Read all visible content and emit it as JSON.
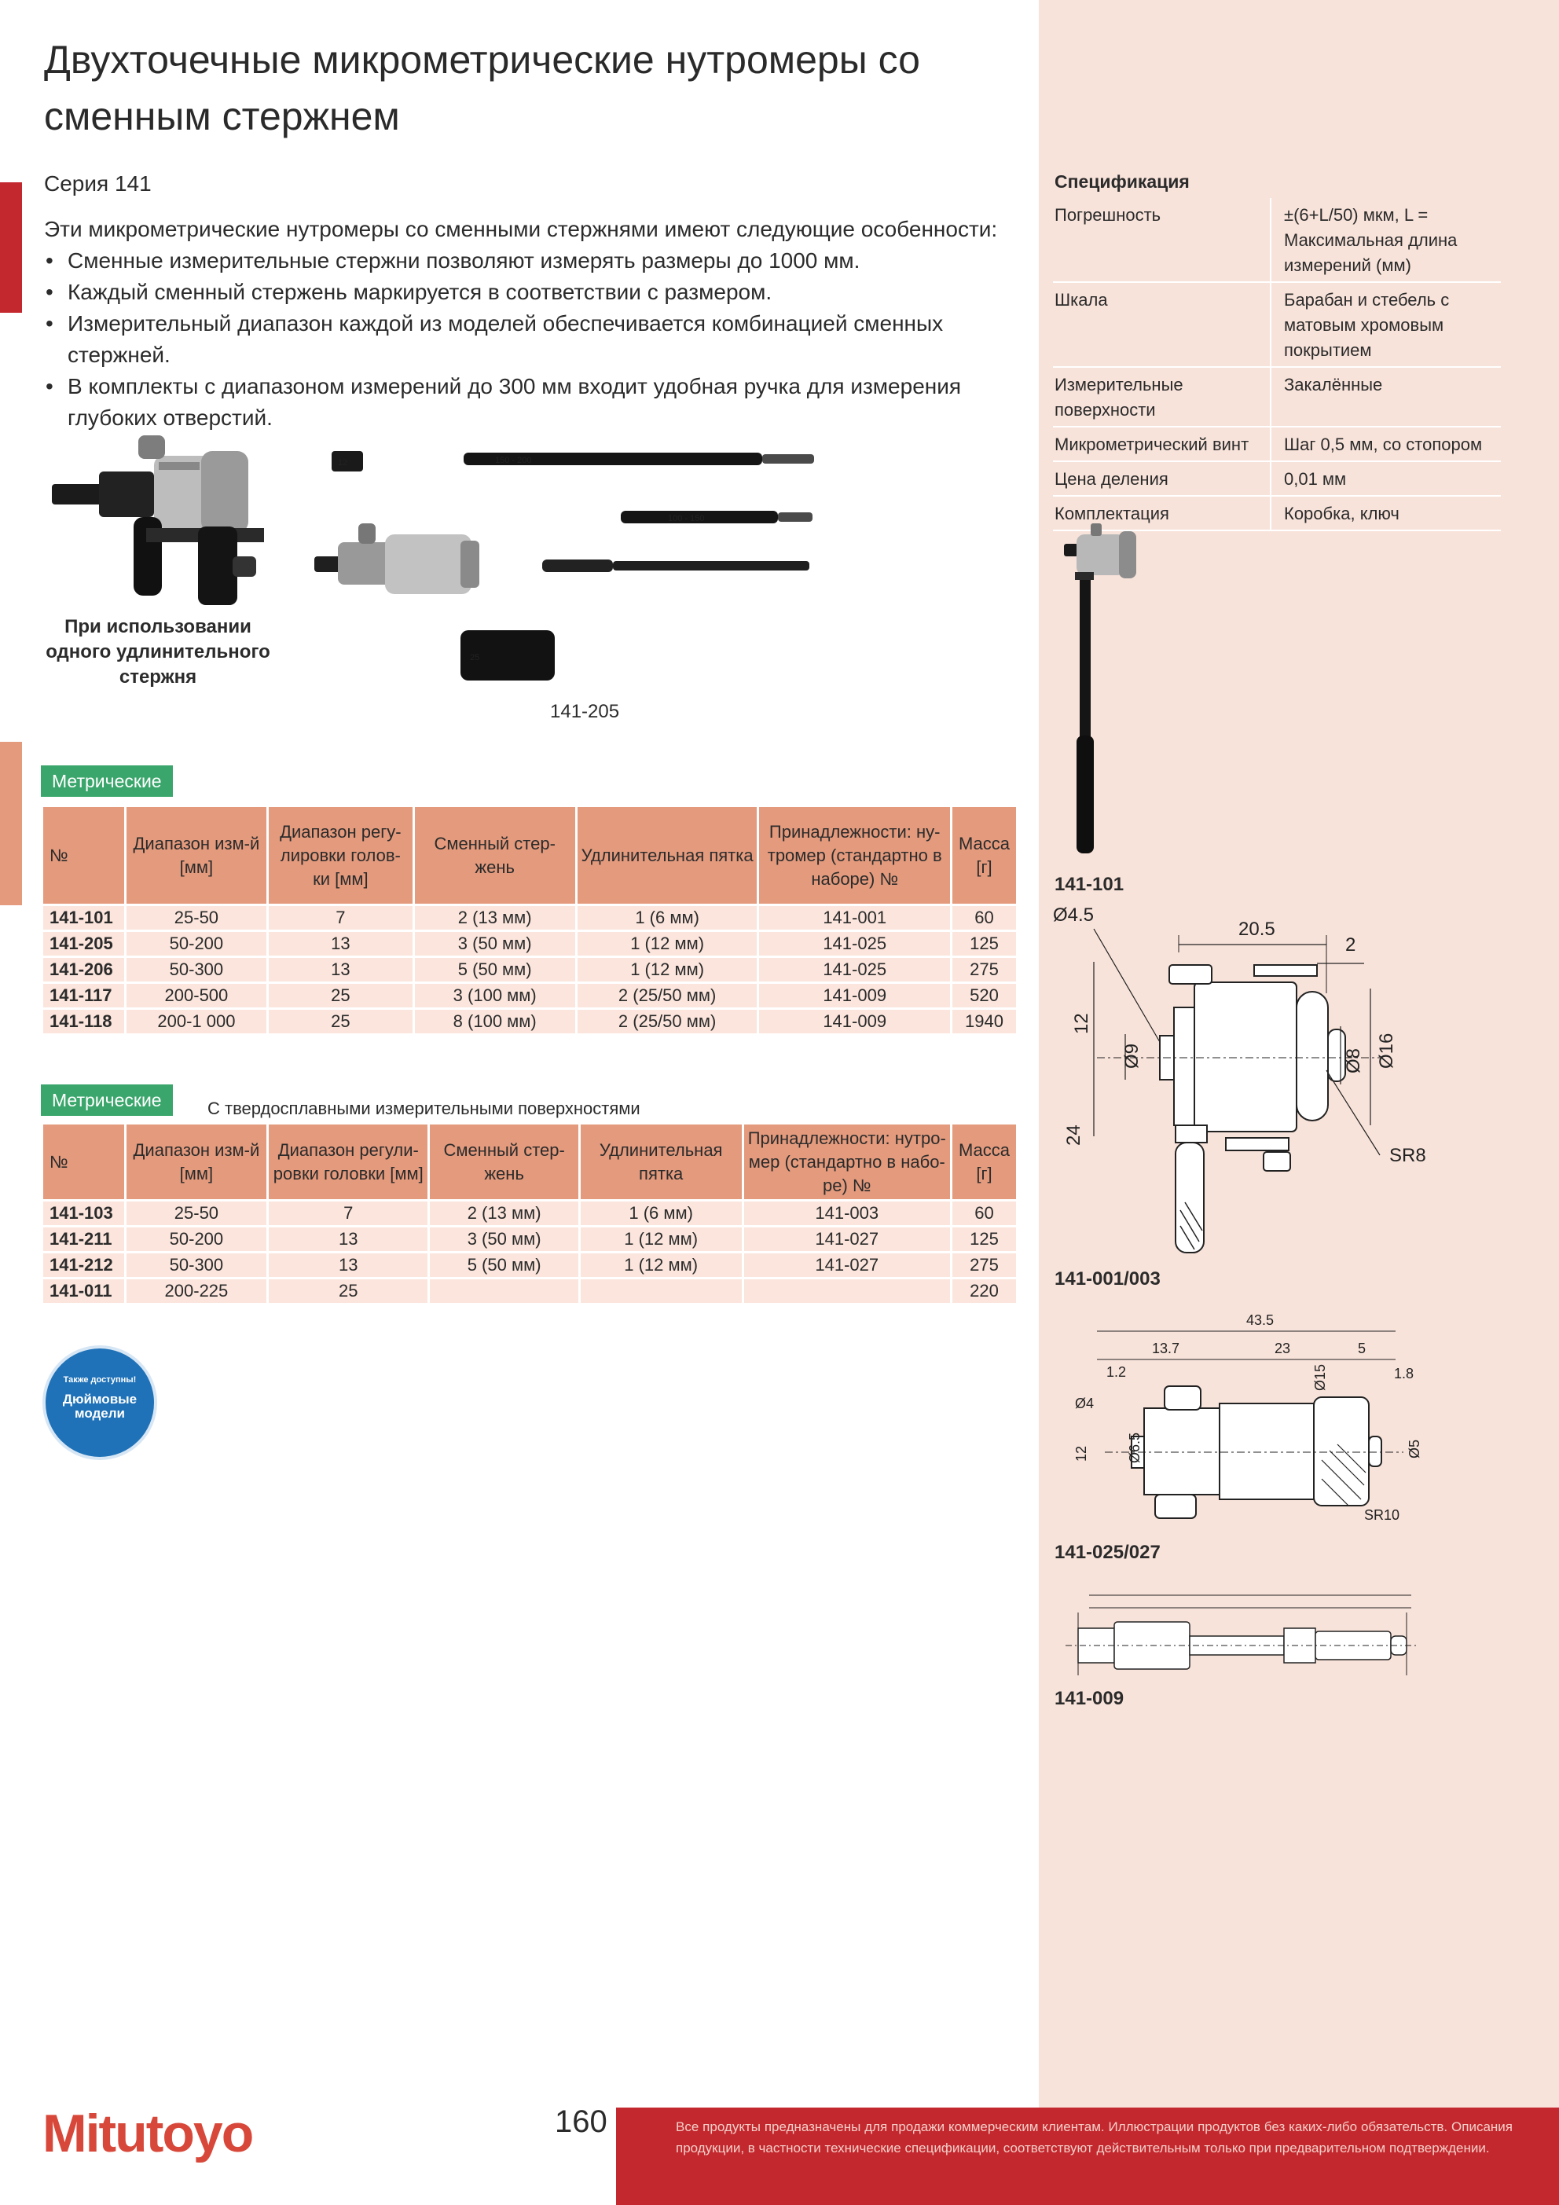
{
  "title": "Двухточечные микрометрические нутромеры со сменным стержнем",
  "series": "Серия 141",
  "intro": {
    "lead": "Эти микрометрические нутромеры со сменными стержнями имеют следующие особенности:",
    "bullets": [
      "Сменные измерительные стержни позволяют измерять размеры до 1000 мм.",
      "Каждый сменный стержень маркируется в соответствии с размером.",
      "Измерительный диапазон каждой из моделей обеспечивается комбинацией сменных стержней.",
      "В комплекты с диапазоном измерений до 300 мм входит удобная ручка для измерения глубоких отверстий."
    ]
  },
  "photos": {
    "caption_single_rod": "При использовании одного удлинительного стержня",
    "caption_set": "141-205",
    "rod_labels": [
      "12",
      "150 - 200",
      "100 - 150",
      "25"
    ]
  },
  "table1": {
    "label": "Метрические",
    "headers": [
      "№",
      "Диапазон изм-й [мм]",
      "Диапазон регу-лировки голов-ки [мм]",
      "Сменный стер-жень",
      "Удлинительная пятка",
      "Принадлежности: ну-тромер (стандартно в наборе) №",
      "Масса [г]"
    ],
    "rows": [
      [
        "141-101",
        "25-50",
        "7",
        "2 (13 мм)",
        "1 (6 мм)",
        "141-001",
        "60"
      ],
      [
        "141-205",
        "50-200",
        "13",
        "3 (50 мм)",
        "1 (12 мм)",
        "141-025",
        "125"
      ],
      [
        "141-206",
        "50-300",
        "13",
        "5 (50 мм)",
        "1 (12 мм)",
        "141-025",
        "275"
      ],
      [
        "141-117",
        "200-500",
        "25",
        "3 (100 мм)",
        "2 (25/50 мм)",
        "141-009",
        "520"
      ],
      [
        "141-118",
        "200-1 000",
        "25",
        "8 (100 мм)",
        "2 (25/50 мм)",
        "141-009",
        "1940"
      ]
    ]
  },
  "table2": {
    "label": "Метрические",
    "note": "С твердосплавными измерительными поверхностями",
    "headers": [
      "№",
      "Диапазон изм-й [мм]",
      "Диапазон регули-ровки головки [мм]",
      "Сменный стер-жень",
      "Удлинительная пятка",
      "Принадлежности: нутро-мер (стандартно в набо-ре) №",
      "Масса [г]"
    ],
    "rows": [
      [
        "141-103",
        "25-50",
        "7",
        "2 (13 мм)",
        "1 (6 мм)",
        "141-003",
        "60"
      ],
      [
        "141-211",
        "50-200",
        "13",
        "3 (50 мм)",
        "1 (12 мм)",
        "141-027",
        "125"
      ],
      [
        "141-212",
        "50-300",
        "13",
        "5 (50 мм)",
        "1 (12 мм)",
        "141-027",
        "275"
      ],
      [
        "141-011",
        "200-225",
        "25",
        "",
        "",
        "",
        "220"
      ]
    ]
  },
  "badge": {
    "line1": "Также доступны!",
    "line2": "Дюймовые модели"
  },
  "spec": {
    "title": "Спецификация",
    "rows": [
      {
        "key": "Погрешность",
        "value": "±(6+L/50) мкм, L = Максимальная длина измерений (мм)"
      },
      {
        "key": "Шкала",
        "value": "Барабан и стебель с матовым хромовым покрытием"
      },
      {
        "key": "Измерительные поверхности",
        "value": "Закалённые"
      },
      {
        "key": "Микрометрический винт",
        "value": "Шаг 0,5 мм, со стопором"
      },
      {
        "key": "Цена деления",
        "value": "0,01 мм"
      },
      {
        "key": "Комплектация",
        "value": "Коробка, ключ"
      }
    ]
  },
  "drawings": {
    "d1_caption": "141-101",
    "d2_caption": "141-001/003",
    "d2_dims": [
      "Ø4.5",
      "20.5",
      "2",
      "12",
      "Ø9",
      "Ø8",
      "Ø16",
      "24",
      "SR8"
    ],
    "d3_caption": "141-025/027",
    "d3_dims": [
      "43.5",
      "13.7",
      "23",
      "5",
      "1.2",
      "Ø15",
      "1.8",
      "Ø4",
      "12",
      "Ø6.5",
      "Ø5",
      "SR10"
    ],
    "d4_caption": "141-009"
  },
  "page_number": "160",
  "footer_text": "Все продукты предназначены для продажи коммерческим клиентам. Иллюстрации продуктов без каких-либо обязательств. Описания продукции, в частности технические спецификации, соответствуют действительным только при предварительном подтверждении.",
  "brand": "Mitutoyo",
  "colors": {
    "accent_red": "#c4282f",
    "panel_bg": "#f8e3da",
    "table_header": "#e39a7d",
    "table_cell": "#fbe5dc",
    "label_green": "#3aa66c",
    "badge_blue": "#1f72b8"
  }
}
